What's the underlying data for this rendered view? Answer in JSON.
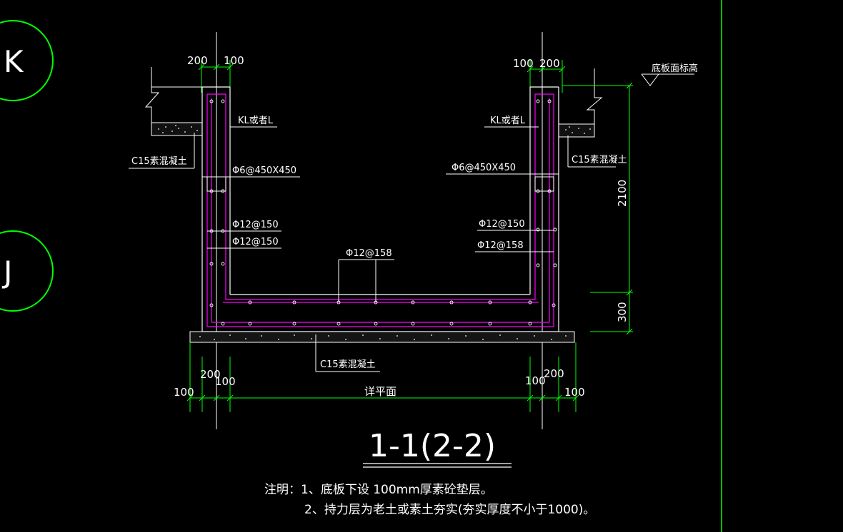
{
  "axes": {
    "k": "K",
    "j": "J"
  },
  "top_dims": {
    "left_200": "200",
    "left_100": "100",
    "right_100": "100",
    "right_200": "200"
  },
  "labels": {
    "kl_left": "KL或者L",
    "kl_right": "KL或者L",
    "c15_left": "C15素混凝土",
    "c15_right": "C15素混凝土",
    "c15_bottom": "C15素混凝土",
    "stirrup_left": "Φ6@450X450",
    "stirrup_right": "Φ6@450X450",
    "bar_left_1": "Φ12@150",
    "bar_left_2": "Φ12@150",
    "bar_right_1": "Φ12@150",
    "bar_right_2": "Φ12@158",
    "bar_bottom": "Φ12@158",
    "slab_elev": "底板面标高"
  },
  "right_dims": {
    "h2100": "2100",
    "h300": "300"
  },
  "bottom_dims": {
    "left_200": "200",
    "left_100a": "100",
    "left_100b": "100",
    "right_100a": "100",
    "right_200": "200",
    "right_100b": "100",
    "center": "详平面"
  },
  "section_title": "1-1(2-2)",
  "notes": {
    "line1": "注明：1、底板下设 100mm厚素砼垫层。",
    "line2": "2、持力层为老土或素土夯实(夯实厚度不小于1000)。"
  },
  "colors": {
    "background": "#000000",
    "dimension": "#00ff00",
    "rebar": "#ff00ff",
    "structure": "#ffffff",
    "axis_circle": "#00ff00"
  }
}
